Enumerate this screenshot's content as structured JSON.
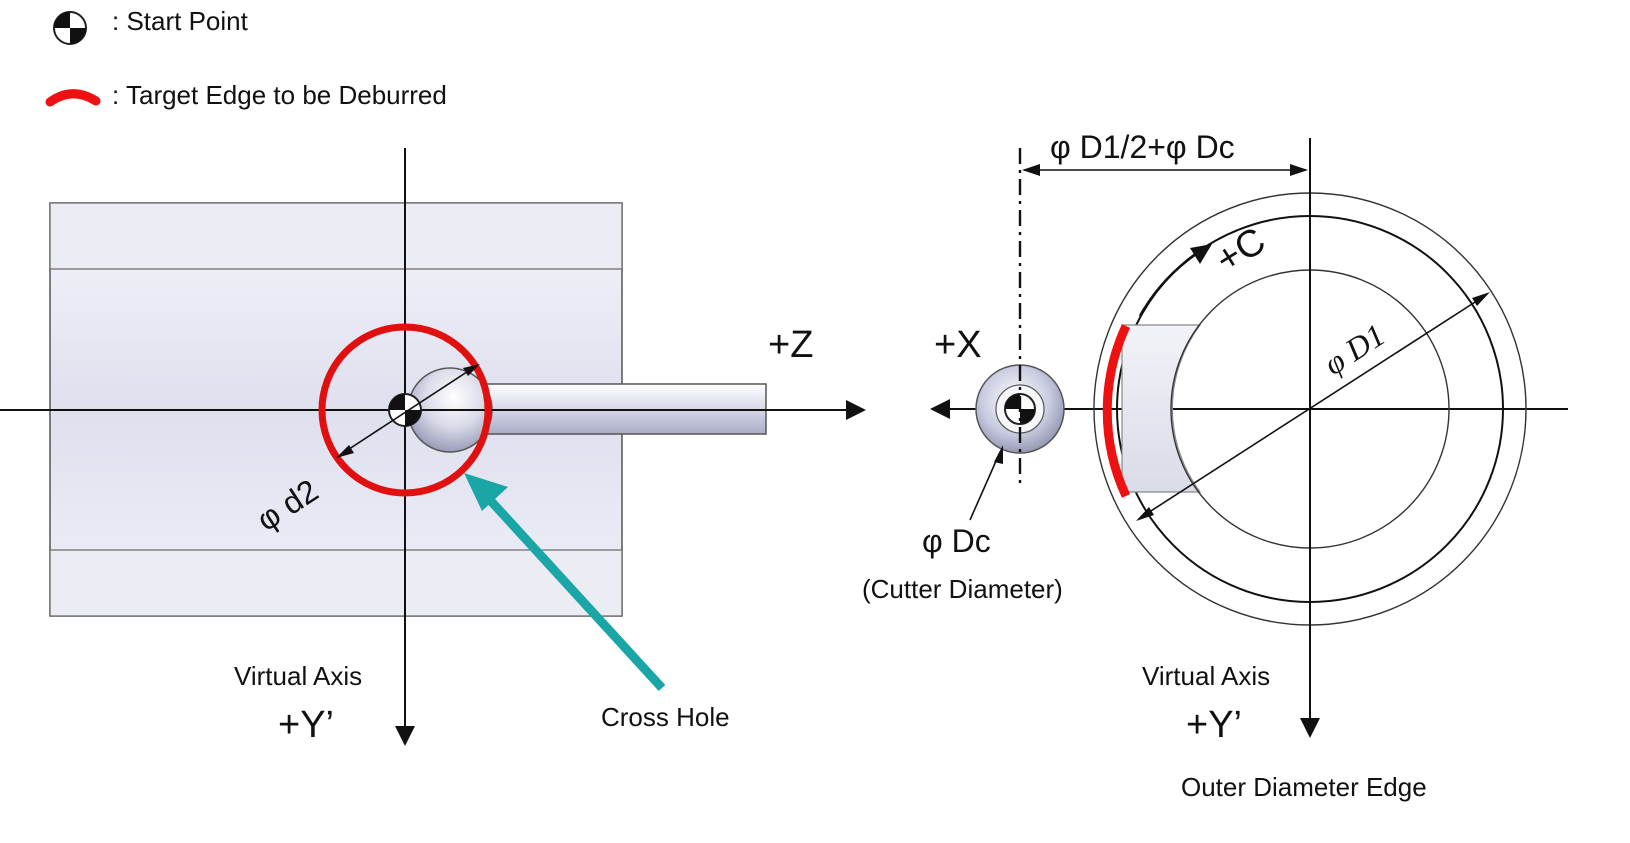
{
  "legend": {
    "start_point": ": Start Point",
    "target_edge": ": Target Edge to be Deburred"
  },
  "left_view": {
    "axis_z_label": "+Z",
    "virtual_axis_label": "Virtual Axis",
    "axis_y_label": "+Y’",
    "hole_diameter_label": "φ d2",
    "cross_hole_label": "Cross Hole"
  },
  "right_view": {
    "axis_x_label": "+X",
    "offset_label": "φ D1/2+φ Dc",
    "rotation_label": "+C",
    "outer_diameter_label": "φ D1",
    "cutter_diameter_label": "φ Dc",
    "cutter_caption": "(Cutter Diameter)",
    "virtual_axis_label": "Virtual Axis",
    "axis_y_label": "+Y’",
    "outer_edge_label": "Outer Diameter Edge"
  },
  "colors": {
    "target_edge": "#ee1111",
    "highlight_circle": "#e01010",
    "pointer_arrow": "#1aa6a6",
    "line": "#111111",
    "part_fill": "#e9eaf5"
  }
}
